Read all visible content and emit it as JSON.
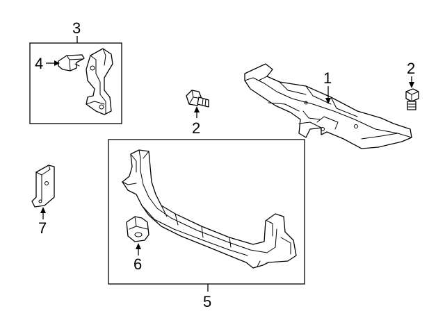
{
  "callouts": {
    "part_1": "1",
    "part_2_bolt_right": "2",
    "part_2_bolt_center": "2",
    "part_3": "3",
    "part_4": "4",
    "part_5": "5",
    "part_6": "6",
    "part_7": "7"
  }
}
